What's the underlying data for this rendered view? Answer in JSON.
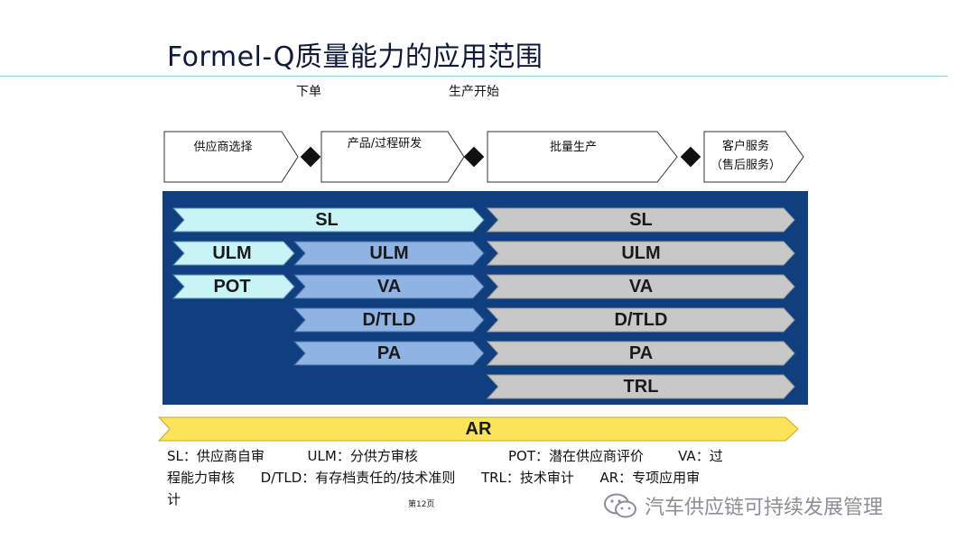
{
  "title": "Formel-Q质量能力的应用范围",
  "milestones": {
    "first": "下单",
    "second": "生产开始"
  },
  "phases": [
    {
      "label": "供应商选择"
    },
    {
      "label": "产品/过程研发"
    },
    {
      "label": "批量生产"
    },
    {
      "label_line1": "客户服务",
      "label_line2": "（售后服务）"
    }
  ],
  "rows": {
    "sl_early": "SL",
    "sl_late": "SL",
    "ulm_early": "ULM",
    "ulm_dev": "ULM",
    "ulm_late": "ULM",
    "pot": "POT",
    "va_dev": "VA",
    "va_late": "VA",
    "dtld_dev": "D/TLD",
    "dtld_late": "D/TLD",
    "pa_dev": "PA",
    "pa_late": "PA",
    "trl": "TRL",
    "ar": "AR"
  },
  "legend": {
    "line1": "SL：供应商自审          ULM：分供方审核                     POT：潜在供应商评价        VA：过",
    "line2": "程能力审核      D/TLD：有存档责任的/技术准则      TRL：技术审计      AR：专项应用审",
    "line3": "计"
  },
  "page_number": "第12页",
  "watermark": "汽车供应链可持续发展管理",
  "colors": {
    "panel": "#0f3f7e",
    "early_arrow": "#c9f4f6",
    "dev_arrow": "#8fb3e2",
    "late_arrow": "#c8c8c8",
    "ar_arrow": "#fbe35a"
  }
}
